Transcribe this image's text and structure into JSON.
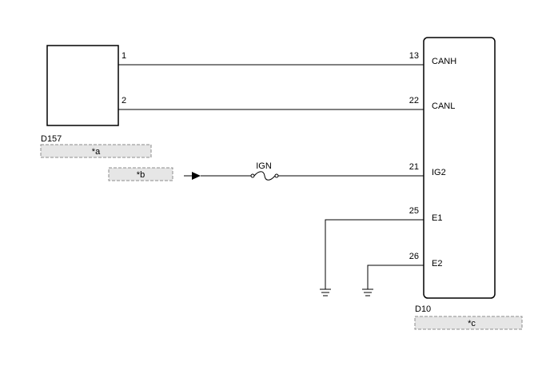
{
  "left_component": {
    "id": "D157",
    "tag": "*a",
    "pins": [
      {
        "pin": "1",
        "connects_to": "CANH"
      },
      {
        "pin": "2",
        "connects_to": "CANL"
      }
    ]
  },
  "supply": {
    "tag": "*b",
    "fuse_label": "IGN"
  },
  "right_component": {
    "id": "D10",
    "tag": "*c",
    "terminals": [
      {
        "pin": "13",
        "name": "CANH"
      },
      {
        "pin": "22",
        "name": "CANL"
      },
      {
        "pin": "21",
        "name": "IG2"
      },
      {
        "pin": "25",
        "name": "E1"
      },
      {
        "pin": "26",
        "name": "E2"
      }
    ]
  },
  "colors": {
    "line": "#000000",
    "tag_fill": "#e6e6e6",
    "tag_border": "#8c8c8c"
  }
}
